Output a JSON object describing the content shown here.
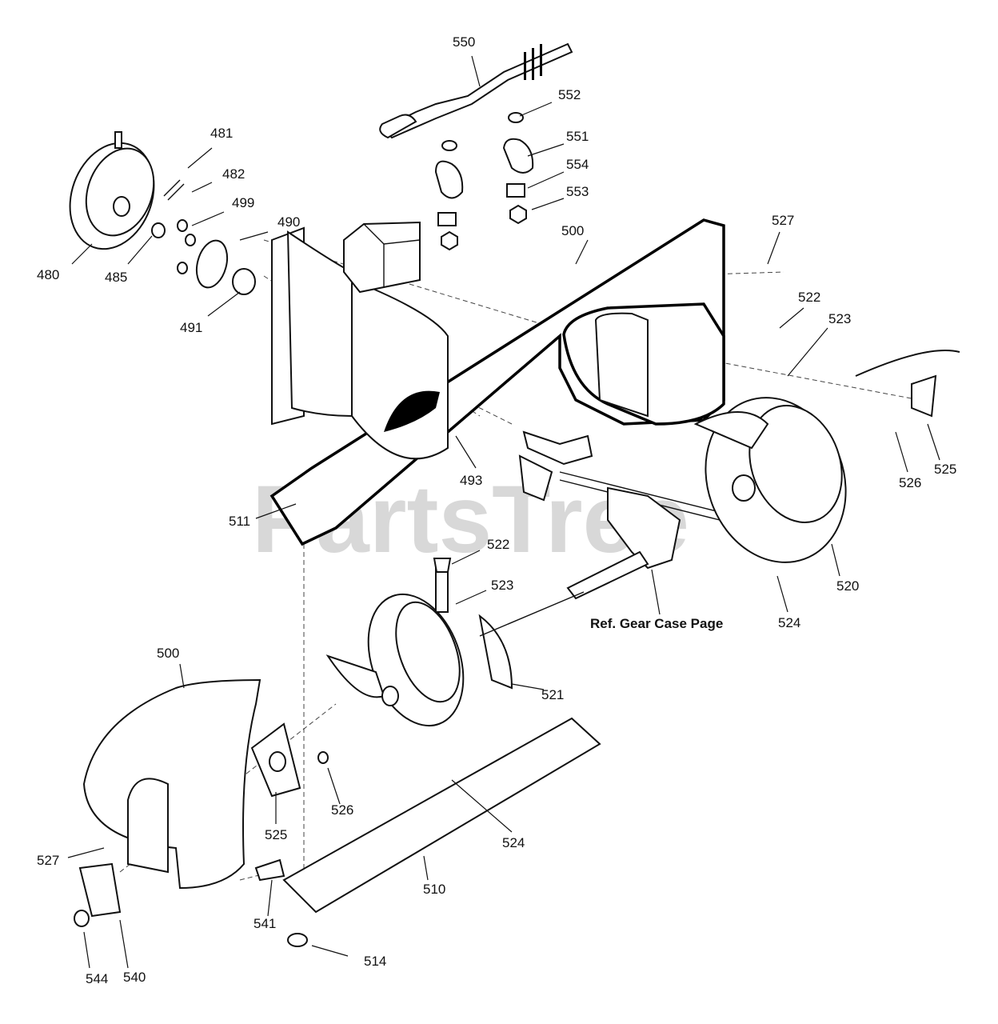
{
  "watermark": "PartsTree",
  "reference_note": "Ref. Gear Case Page",
  "part_labels": {
    "p550": "550",
    "p552": "552",
    "p551": "551",
    "p554": "554",
    "p553": "553",
    "p481": "481",
    "p482": "482",
    "p499": "499",
    "p490": "490",
    "p480": "480",
    "p485": "485",
    "p491": "491",
    "p500_top": "500",
    "p527_top": "527",
    "p522_top": "522",
    "p523_top": "523",
    "p525_top": "525",
    "p526_top": "526",
    "p493": "493",
    "p511": "511",
    "p522_mid": "522",
    "p523_mid": "523",
    "p520": "520",
    "p524_top": "524",
    "p521": "521",
    "p500_bottom": "500",
    "p525_bottom": "525",
    "p526_bottom": "526",
    "p524_bottom": "524",
    "p527_bottom": "527",
    "p510": "510",
    "p541": "541",
    "p514": "514",
    "p544": "544",
    "p540": "540"
  }
}
